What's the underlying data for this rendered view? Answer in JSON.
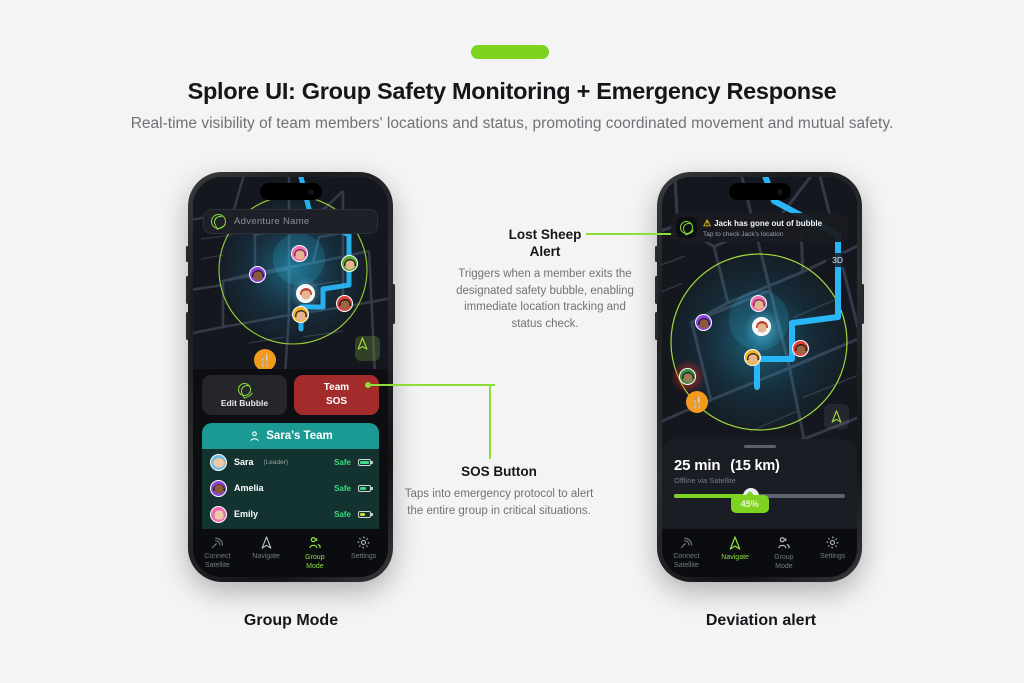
{
  "header": {
    "pill": "",
    "title": "Splore UI: Group Safety Monitoring + Emergency Response",
    "subtitle": "Real-time visibility of team members' locations and status, promoting coordinated movement and mutual safety."
  },
  "left_phone": {
    "caption": "Group Mode",
    "search": {
      "placeholder": "Adventure Name",
      "logo_icon": "splore-logo-icon"
    },
    "map": {
      "compass_icon": "compass-navigate-icon"
    },
    "actions": {
      "edit_bubble": {
        "label": "Edit Bubble",
        "icon": "bubble-ring-icon"
      },
      "team_sos": {
        "label_line1": "Team",
        "label_line2": "SOS",
        "color": "#a32b2b"
      }
    },
    "team": {
      "header_label": "Sara's Team",
      "header_icon": "people-icon",
      "members": [
        {
          "name": "Sara",
          "role": "(Leader)",
          "status": "Safe",
          "battery_pct": 85,
          "battery_color": "#3ddc84",
          "avatar_hair": "#f0c27b",
          "avatar_skin": "#f2c9a8"
        },
        {
          "name": "Amelia",
          "role": "",
          "status": "Safe",
          "battery_pct": 60,
          "battery_color": "#3ddc84",
          "avatar_hair": "#2b1c14",
          "avatar_skin": "#8a5a3b"
        },
        {
          "name": "Emily",
          "role": "",
          "status": "Safe",
          "battery_pct": 45,
          "battery_color": "#cddc39",
          "avatar_hair": "#c96fa8",
          "avatar_skin": "#f0c9ac"
        }
      ]
    },
    "tabs": [
      {
        "label": "Connect\nSatellite",
        "icon": "satellite-icon",
        "active": false
      },
      {
        "label": "Navigate",
        "icon": "navigate-arrow-icon",
        "active": false
      },
      {
        "label": "Group\nMode",
        "icon": "group-mode-icon",
        "active": true
      },
      {
        "label": "Settings",
        "icon": "gear-icon",
        "active": false
      }
    ]
  },
  "right_phone": {
    "caption": "Deviation alert",
    "alert": {
      "icon": "splore-logo-icon",
      "warning_icon": "warning-triangle-icon",
      "title": "Jack has gone out of bubble",
      "subtitle": "Tap to check Jack's location"
    },
    "map": {
      "mode_button": "3D",
      "compass_icon": "navigate-arrow-icon",
      "food_pin_icon": "restaurant-icon"
    },
    "sheet": {
      "eta": "25 min",
      "distance": "(15 km)",
      "offline_note": "Offline via Satellite",
      "progress_pct": "45%",
      "progress_value": 45
    },
    "tabs": [
      {
        "label": "Connect\nSatellite",
        "icon": "satellite-icon",
        "active": false
      },
      {
        "label": "Navigate",
        "icon": "navigate-arrow-icon",
        "active": true
      },
      {
        "label": "Group\nMode",
        "icon": "group-mode-icon",
        "active": false
      },
      {
        "label": "Settings",
        "icon": "gear-icon",
        "active": false
      }
    ]
  },
  "annotations": [
    {
      "id": "lost-sheep-alert",
      "title": "Lost Sheep\nAlert",
      "body": "Triggers when a member exits the designated safety bubble, enabling immediate location tracking and status check."
    },
    {
      "id": "sos-button",
      "title": "SOS Button",
      "body": "Taps into emergency protocol to alert the entire group in critical situations."
    }
  ],
  "colors": {
    "accent_green": "#8ede3a",
    "pill_green": "#7ed321",
    "danger_red": "#a32b2b",
    "teal": "#1b9a94",
    "route_blue": "#29b6f6",
    "page_bg": "#f4f4f4"
  }
}
